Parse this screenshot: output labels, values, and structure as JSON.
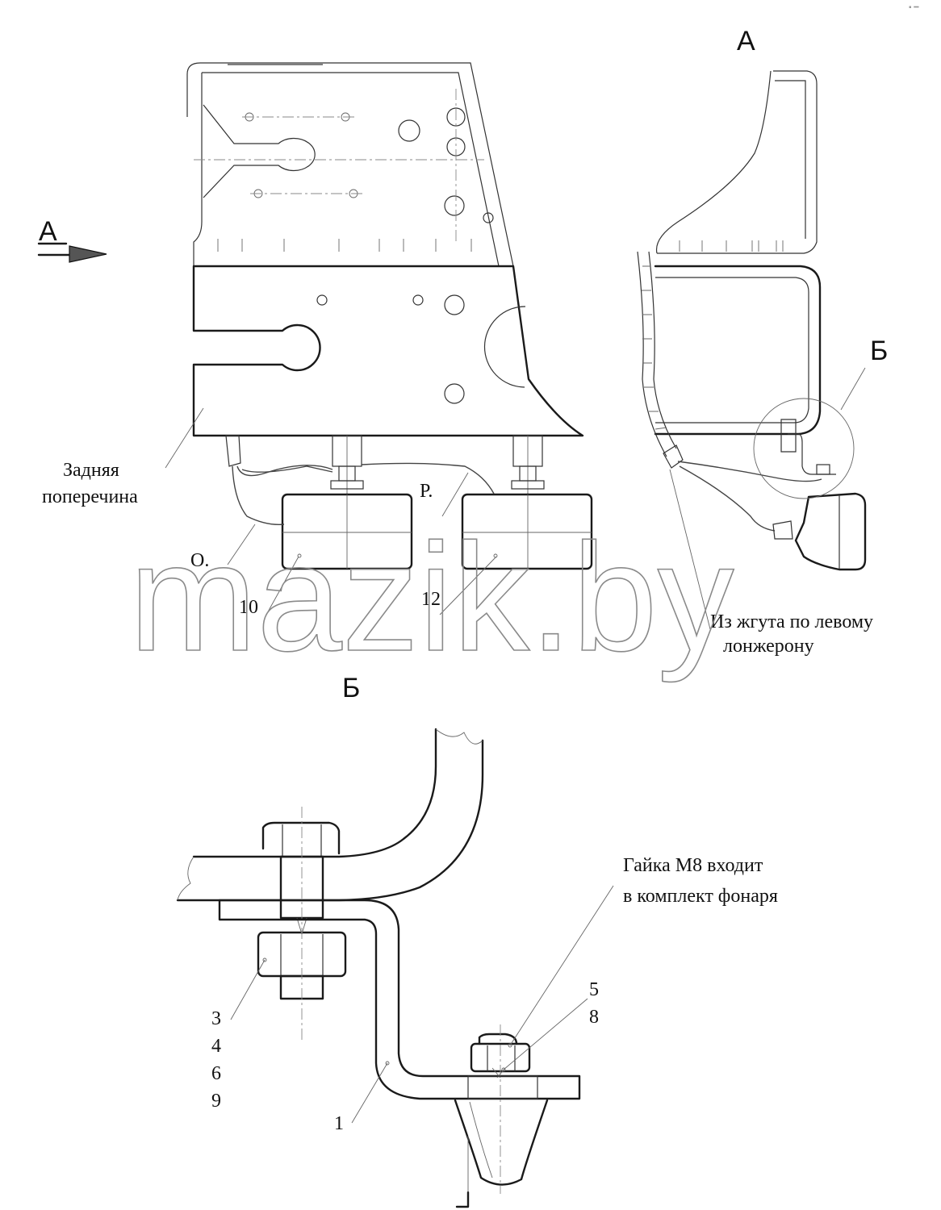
{
  "view_labels": {
    "arrow_a": "А",
    "view_a": "А",
    "view_b_callout": "Б",
    "view_b": "Б"
  },
  "callouts": {
    "rear_crossmember_line1": "Задняя",
    "rear_crossmember_line2": "поперечина",
    "wire_o": "О.",
    "wire_p": "Р.",
    "lamp_left": "10",
    "lamp_right": "12",
    "harness_line1": "Из жгута по левому",
    "harness_line2": "лонжерону",
    "nut_note_line1": "Гайка М8 входит",
    "nut_note_line2": "в комплект фонаря",
    "parts_bolt": [
      "3",
      "4",
      "6",
      "9"
    ],
    "parts_nut": [
      "5",
      "8"
    ],
    "part_bracket": "1"
  },
  "watermark": "mazik.by",
  "corner_mark": "▪ ━"
}
